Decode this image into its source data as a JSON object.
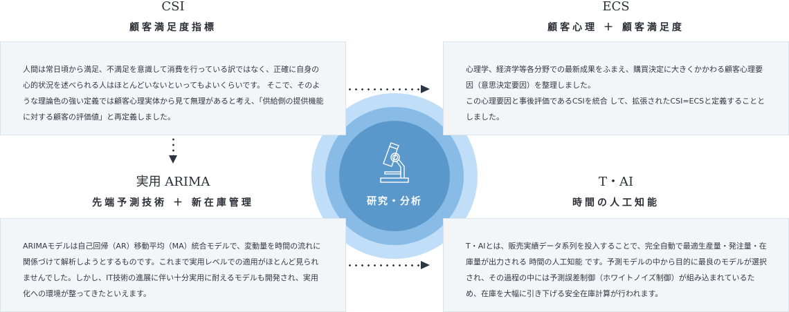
{
  "center": {
    "label": "研究・分析",
    "icon": "microscope-icon",
    "colors": {
      "outer": "#c0def8",
      "middle": "#88bce6",
      "inner": "#5a98cc"
    }
  },
  "sections": {
    "csi": {
      "title_en": "CSI",
      "title_jp": "顧客満足度指標",
      "body": "人間は常日頃から満足、不満足を意識して消費を行っている訳ではなく、正確に自身の心的状況を述べられる人はほとんどいないといってもよいくらいです。 そこで、そのような理論色の強い定義では顧客心理実体から見て無理があると考え、「供給側の提供機能に対する顧客の評価値」と再定義しました。"
    },
    "ecs": {
      "title_en": "ECS",
      "title_jp": "顧客心理 ＋ 顧客満足度",
      "body_1": "心理学、経済学等各分野での最新成果をふまえ、購買決定に大きくかかわる顧客心理要因（意思決定要因）を整理しました。",
      "body_2": "この心理要因と事後評価であるCSIを統合 して、拡張されたCSI=ECSと定義することとしました。"
    },
    "arima": {
      "title_en": "実用 ARIMA",
      "title_jp": "先端予測技術 ＋ 新在庫管理",
      "body": "ARIMAモデルは自己回帰（AR）移動平均（MA）統合モデルで、変動量を時間の流れに関係づけて解析しようとするものです。これまで実用レベルでの適用がほとんど見られませんでした。しかし、IT技術の進展に伴い十分実用に耐えるモデルも開発され、実用化への環境が整ってきたといえます。"
    },
    "tai": {
      "title_en": "T・AI",
      "title_jp": "時間の人工知能",
      "body": "T・AIとは、販売実績データ系列を投入することで、完全自動で最適生産量・発注量・在庫量が出力される 時間の人工知能 です。予測モデルの中から目的に最良のモデルが選択され、その過程の中には予測誤差制御（ホワイトノイズ制御）が組み込まれているため、在庫を大幅に引き下げる安全在庫計算が行われます。"
    }
  },
  "arrows": [
    {
      "from": "csi",
      "to": "ecs",
      "direction": "right"
    },
    {
      "from": "csi",
      "to": "arima",
      "direction": "down"
    },
    {
      "from": "arima",
      "to": "tai",
      "direction": "right"
    }
  ]
}
